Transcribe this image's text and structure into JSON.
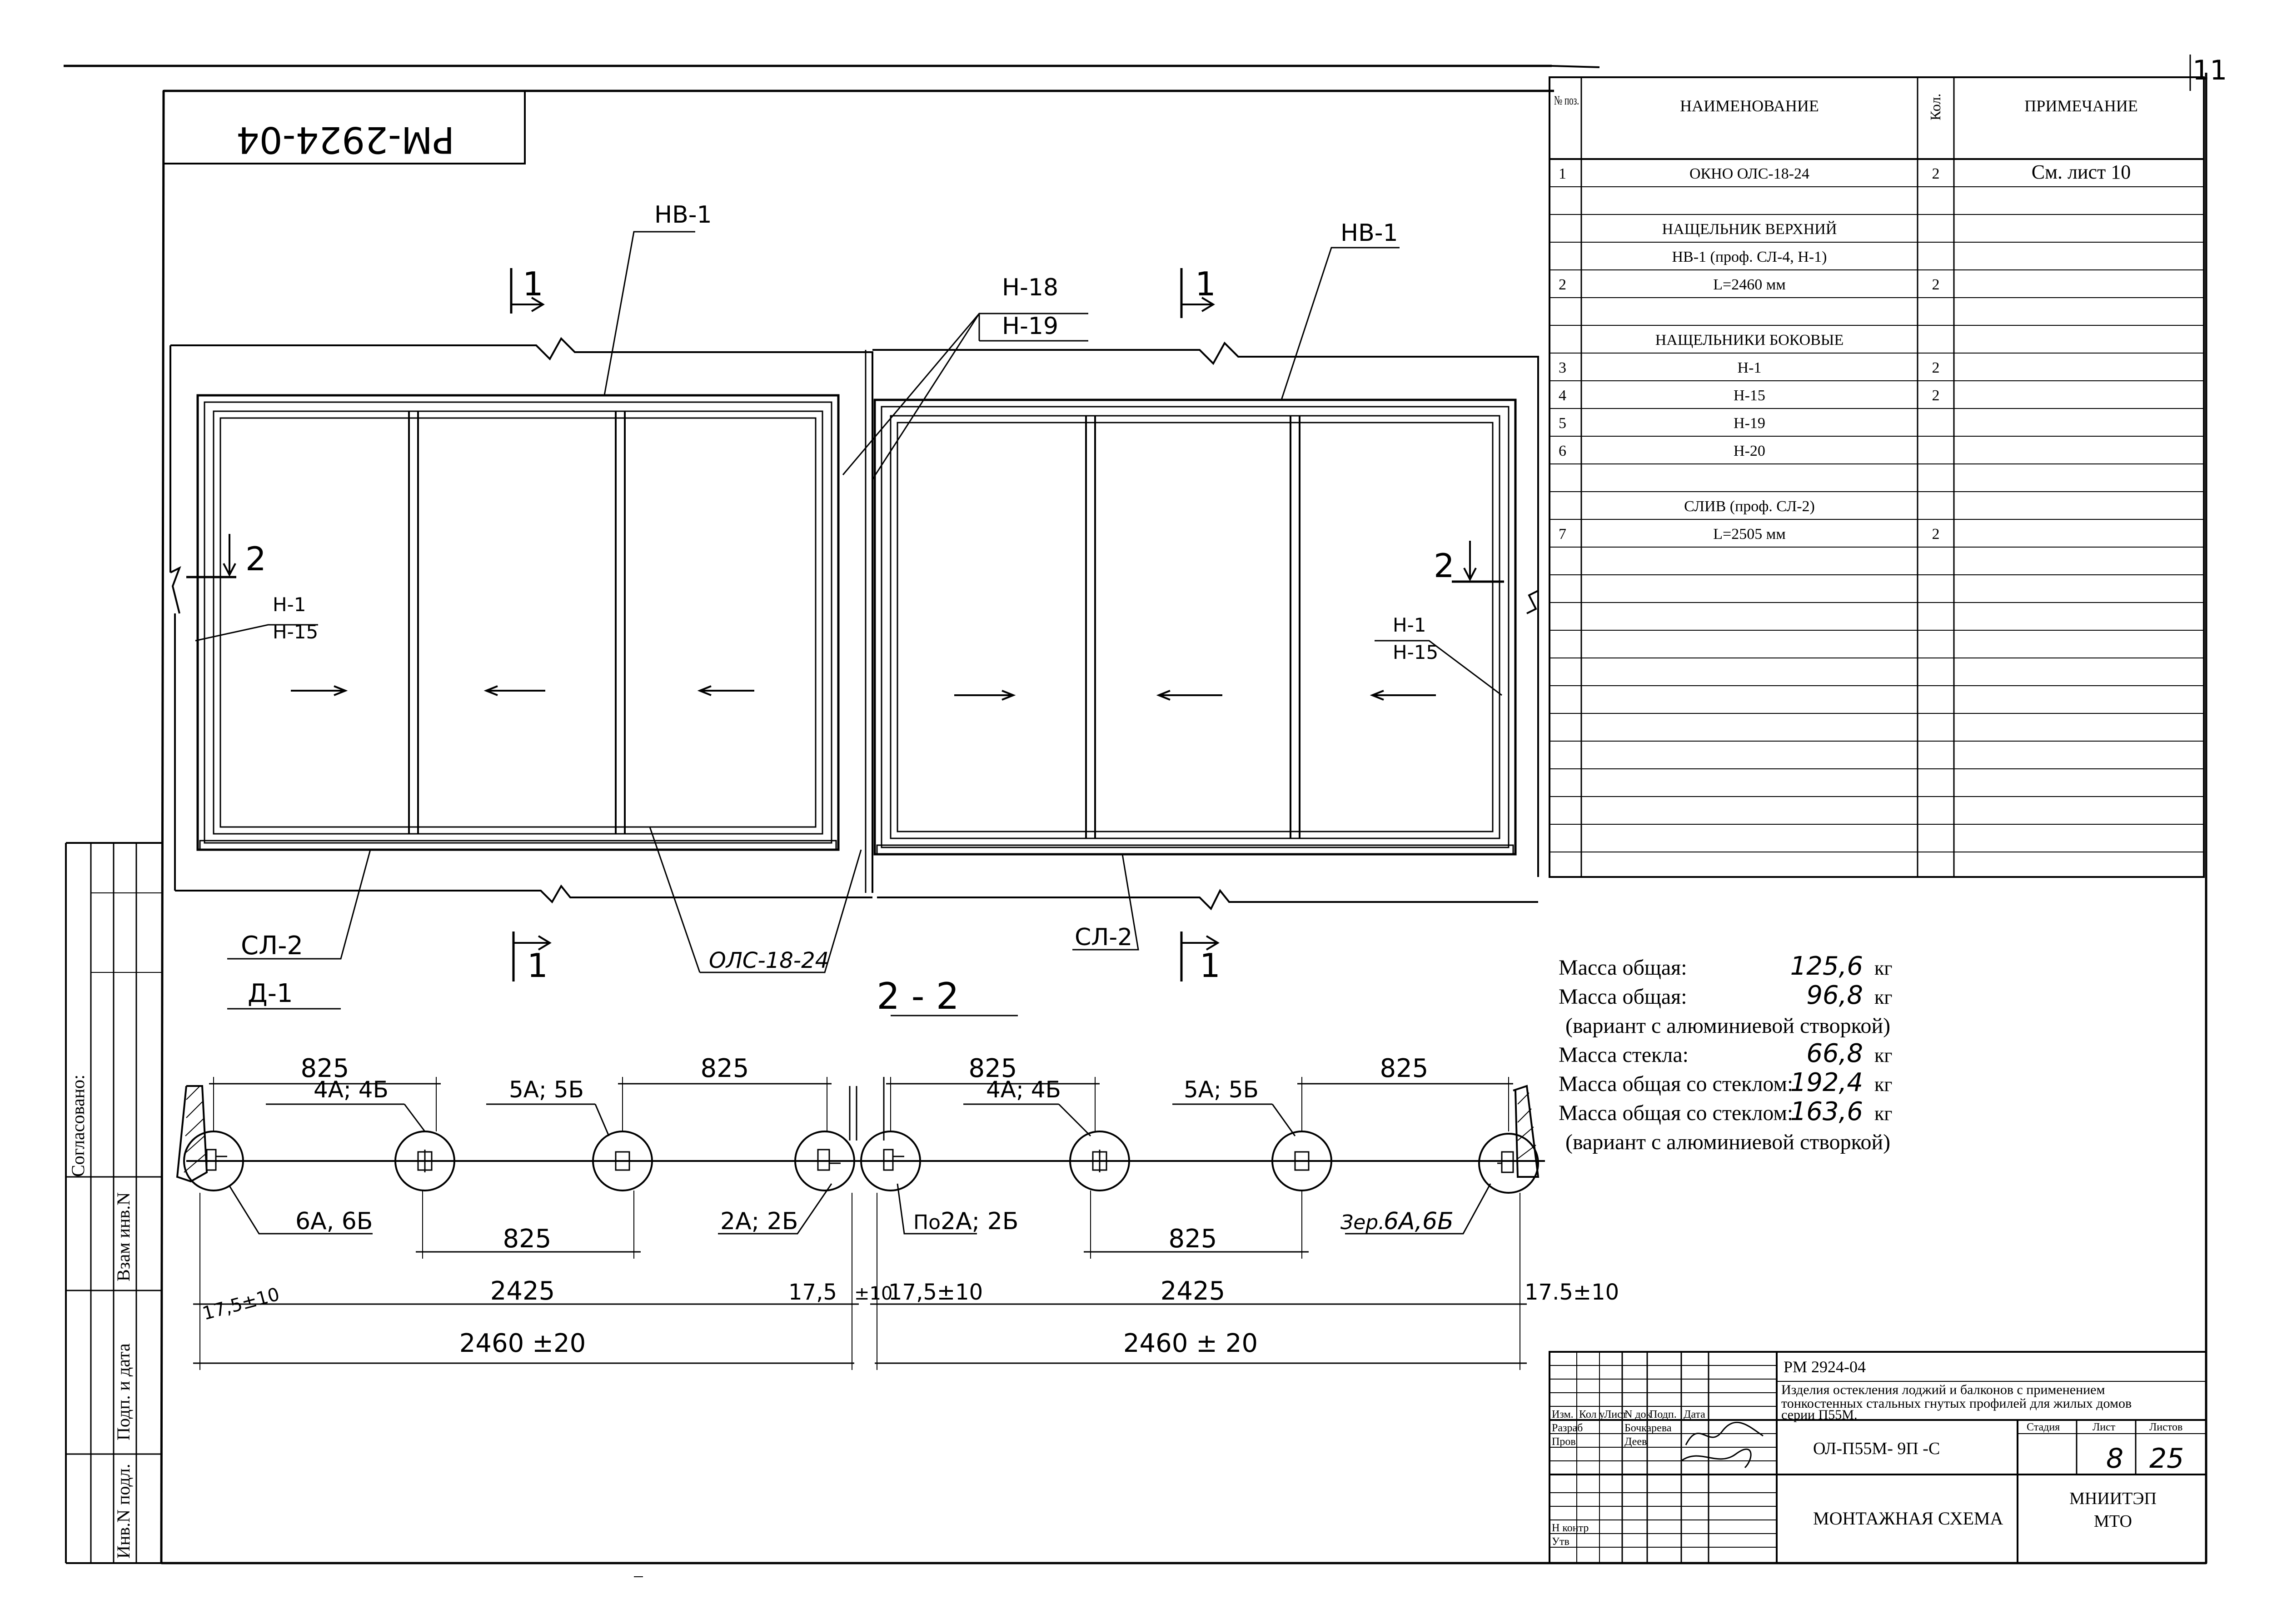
{
  "sheet": {
    "stamp_code": "РМ-2924-04",
    "corner_number": "11",
    "side_labels": {
      "soglasovano": "Согласовано:",
      "vzam_inv": "Взам инв.N",
      "podp_data": "Подп. и дата",
      "inv_podl": "Инв.N подл."
    }
  },
  "spec_table": {
    "headers": {
      "pos": "№ поз.",
      "name": "НАИМЕНОВАНИЕ",
      "qty": "Кол.",
      "note": "ПРИМЕЧАНИЕ"
    },
    "rows": [
      {
        "pos": "1",
        "name": "ОКНО ОЛС-18-24",
        "qty": "2",
        "note": "См. лист 10"
      },
      {
        "pos": "",
        "name": "",
        "qty": "",
        "note": ""
      },
      {
        "pos": "",
        "name": "НАЩЕЛЬНИК ВЕРХНИЙ",
        "qty": "",
        "note": ""
      },
      {
        "pos": "",
        "name": "НВ-1 (проф. СЛ-4, Н-1)",
        "qty": "",
        "note": ""
      },
      {
        "pos": "2",
        "name": "L=2460 мм",
        "qty": "2",
        "note": ""
      },
      {
        "pos": "",
        "name": "",
        "qty": "",
        "note": ""
      },
      {
        "pos": "",
        "name": "НАЩЕЛЬНИКИ БОКОВЫЕ",
        "qty": "",
        "note": ""
      },
      {
        "pos": "3",
        "name": "Н-1",
        "qty": "2",
        "note": ""
      },
      {
        "pos": "4",
        "name": "Н-15",
        "qty": "2",
        "note": ""
      },
      {
        "pos": "5",
        "name": "Н-19",
        "qty": "",
        "note": ""
      },
      {
        "pos": "6",
        "name": "Н-20",
        "qty": "",
        "note": ""
      },
      {
        "pos": "",
        "name": "",
        "qty": "",
        "note": ""
      },
      {
        "pos": "",
        "name": "СЛИВ (проф. СЛ-2)",
        "qty": "",
        "note": ""
      },
      {
        "pos": "7",
        "name": "L=2505 мм",
        "qty": "2",
        "note": ""
      }
    ]
  },
  "mass_notes": [
    {
      "label": "Масса общая:",
      "value": "125,6",
      "unit": "кг"
    },
    {
      "label": "Масса общая:",
      "value": "96,8",
      "unit": "кг"
    },
    {
      "label": "(вариант с алюминиевой створкой)",
      "value": "",
      "unit": ""
    },
    {
      "label": "Масса стекла:",
      "value": "66,8",
      "unit": "кг"
    },
    {
      "label": "Масса общая со стеклом:",
      "value": "192,4",
      "unit": "кг"
    },
    {
      "label": "Масса общая со стеклом:",
      "value": "163,6",
      "unit": "кг"
    },
    {
      "label": "(вариант с алюминиевой створкой)",
      "value": "",
      "unit": ""
    }
  ],
  "elevation": {
    "labels": {
      "nv1_left": "НВ-1",
      "nv1_right": "НВ-1",
      "h18": "Н-18",
      "h19": "Н-19",
      "h1_left": "Н-1",
      "h15_left": "Н-15",
      "h1_right": "Н-1",
      "h15_right": "Н-15",
      "sl2_left": "СЛ-2",
      "d1": "Д-1",
      "ols": "ОЛС-18-24",
      "sl2_right": "СЛ-2",
      "cut1": "1",
      "cut2": "2"
    }
  },
  "section": {
    "title": "2 - 2",
    "labels": {
      "top_dims": [
        "825",
        "825",
        "825",
        "825"
      ],
      "a4b_left": "4А; 4Б",
      "a5b_left": "5А; 5Б",
      "a4b_right": "4А; 4Б",
      "a5b_right": "5А; 5Б",
      "a6b_left": "6А, 6Б",
      "a2b_left": "2А; 2Б",
      "a2b_right": "2А; 2Б",
      "a6b_right": "6А,6Б",
      "po_prefix": "По",
      "zer_prefix": "Зер.",
      "mid_dims": [
        "825",
        "825"
      ],
      "dim_2425": [
        "2425",
        "2425"
      ],
      "dim_175_a": "17,5±10",
      "dim_175_b": "17,5",
      "dim_175_c": "±10",
      "dim_175_d": "17,5±10",
      "dim_175_e": "17.5±10",
      "dim_2460": [
        "2460 ±20",
        "2460 ± 20"
      ]
    }
  },
  "title_block": {
    "code": "РМ 2924-04",
    "description": [
      "Изделия остекления лоджий и балконов с применением",
      "тонкостенных стальных гнутых профилей для жилых домов",
      "серии П55М."
    ],
    "row_headers": [
      "Изм.",
      "Кол у",
      "Лист",
      "N док",
      "Подп.",
      "Дата"
    ],
    "roles": [
      {
        "role": "Разраб",
        "name": "Бочкарева"
      },
      {
        "role": "Пров",
        "name": "Деев"
      },
      {
        "role": "Н контр",
        "name": ""
      },
      {
        "role": "Утв",
        "name": ""
      }
    ],
    "doc_code": "ОЛ-П55М- 9П -С",
    "drawing_title": "МОНТАЖНАЯ СХЕМА",
    "stage_label": "Стадия",
    "sheet_label": "Лист",
    "sheets_label": "Листов",
    "sheet_no": "8",
    "sheets_total": "25",
    "org": [
      "МНИИТЭП",
      "МТО"
    ]
  }
}
